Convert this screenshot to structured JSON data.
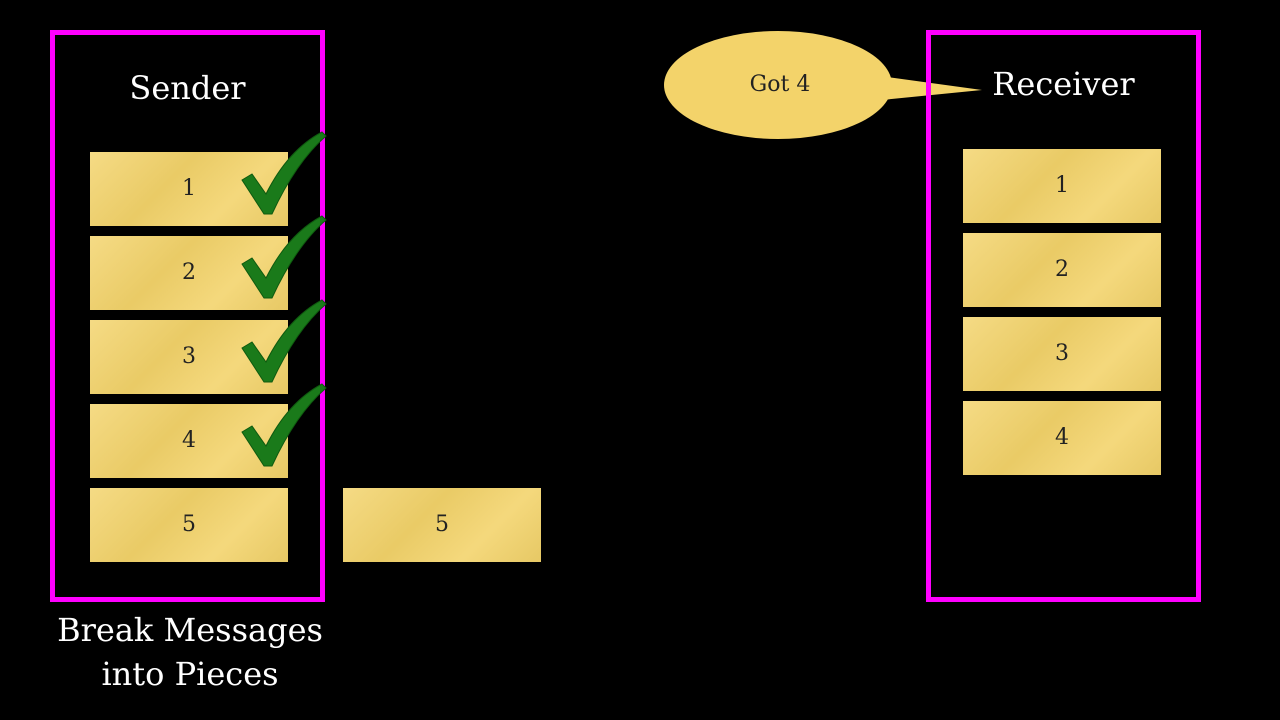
{
  "sender": {
    "title": "Sender",
    "packets": [
      {
        "label": "1",
        "acknowledged": true
      },
      {
        "label": "2",
        "acknowledged": true
      },
      {
        "label": "3",
        "acknowledged": true
      },
      {
        "label": "4",
        "acknowledged": true
      },
      {
        "label": "5",
        "acknowledged": false
      }
    ],
    "caption_line1": "Break Messages",
    "caption_line2": "into Pieces"
  },
  "in_transit": {
    "label": "5"
  },
  "receiver": {
    "title": "Receiver",
    "packets": [
      {
        "label": "1"
      },
      {
        "label": "2"
      },
      {
        "label": "3"
      },
      {
        "label": "4"
      }
    ]
  },
  "speech_bubble": {
    "text": "Got 4"
  },
  "colors": {
    "panel_border": "#ff00ff",
    "packet_fill": "#f3d36a",
    "check": "#1a7a1a",
    "background": "#000000"
  }
}
